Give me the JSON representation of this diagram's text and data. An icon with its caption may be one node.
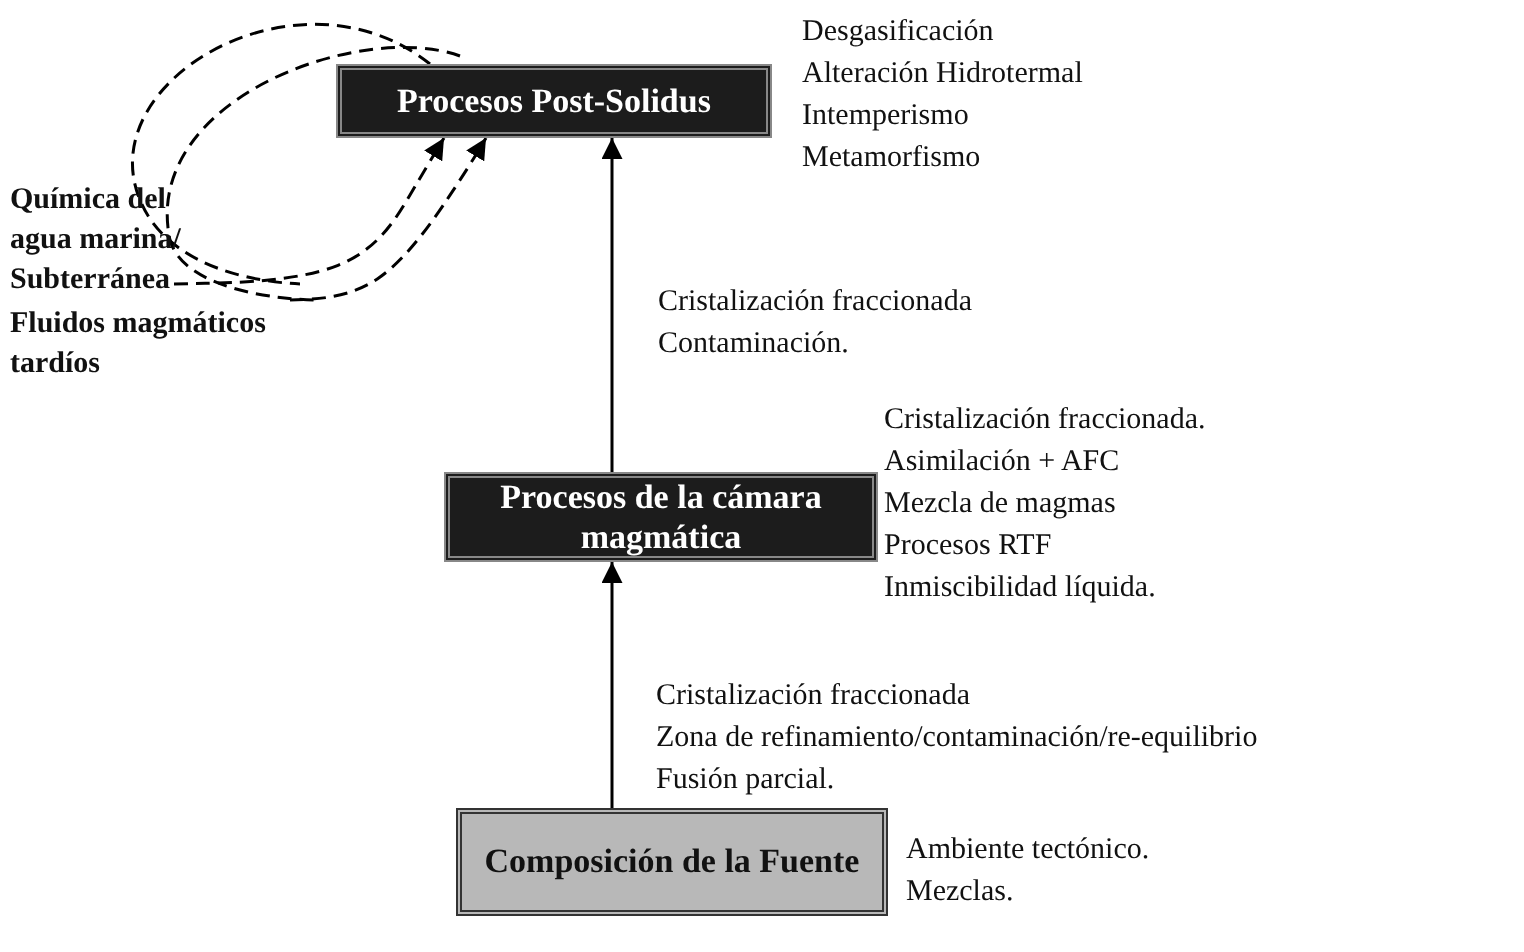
{
  "diagram": {
    "nodes": [
      {
        "text": [
          "Procesos Post-Solidus"
        ],
        "beside": [
          "Desgasificación",
          "Alteración Hidrotermal",
          "Intemperismo",
          "Metamorfismo"
        ]
      },
      {
        "text": [
          "Procesos de la cámara magmática"
        ],
        "beside": [
          "Cristalización fraccionada.",
          "Asimilación + AFC",
          "Mezcla de magmas",
          "Procesos RTF",
          "Inmiscibilidad líquida."
        ]
      },
      {
        "text": [
          "Composición de la Fuente"
        ],
        "beside": [
          "Ambiente tectónico.",
          "Mezclas."
        ]
      },
      {
        "text": [
          "Química del agua marina/ Subterránea"
        ]
      },
      {
        "text": [
          "Fluidos magmáticos tardíos"
        ]
      }
    ],
    "edges": [
      {
        "from": 2,
        "to": 1,
        "arrow": "to"
      },
      {
        "from": 1,
        "to": 0,
        "arrow": "to"
      },
      {
        "from": 3,
        "to": 0,
        "arrow": "to",
        "style": "dashed"
      },
      {
        "from": 4,
        "to": 0,
        "arrow": "to",
        "style": "dashed"
      }
    ],
    "labels": [
      "Cristalización fraccionada",
      "Contaminación.",
      "Cristalización fraccionada",
      "Zona de refinamiento/contaminación/re-equilibrio",
      "Fusión parcial."
    ]
  }
}
